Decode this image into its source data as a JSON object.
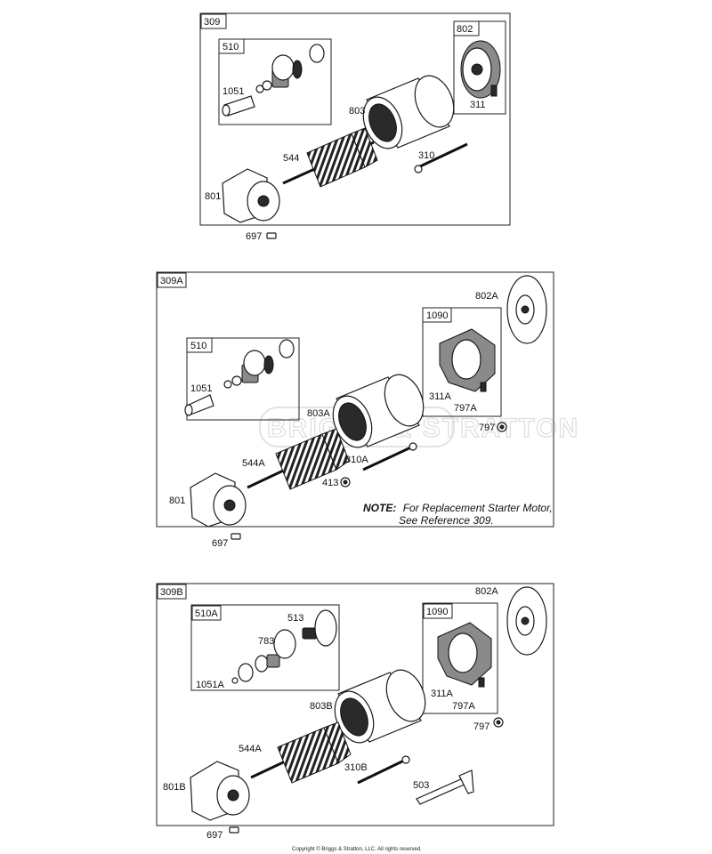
{
  "sections": [
    {
      "id": "309",
      "subassemblies": [
        {
          "tag": "510",
          "labels": [
            "1051"
          ]
        },
        {
          "tag": "802",
          "labels": [
            "311"
          ]
        }
      ],
      "labels": [
        "803",
        "544",
        "310",
        "801",
        "697"
      ]
    },
    {
      "id": "309A",
      "subassemblies": [
        {
          "tag": "510",
          "labels": [
            "1051"
          ]
        },
        {
          "tag": "1090",
          "labels": [
            "311A",
            "797A"
          ]
        }
      ],
      "labels": [
        "802A",
        "803A",
        "797",
        "544A",
        "310A",
        "413",
        "801",
        "697"
      ],
      "note_bold": "NOTE:",
      "note_line1": "For Replacement Starter Motor,",
      "note_line2": "See Reference 309."
    },
    {
      "id": "309B",
      "subassemblies": [
        {
          "tag": "510A",
          "labels": [
            "513",
            "783",
            "1051A"
          ]
        },
        {
          "tag": "1090",
          "labels": [
            "311A",
            "797A"
          ]
        }
      ],
      "labels": [
        "802A",
        "803B",
        "797",
        "544A",
        "310B",
        "503",
        "801B",
        "697"
      ]
    }
  ],
  "watermark": "BRIGGS & STRATTON",
  "copyright": "Copyright © Briggs & Stratton, LLC. All rights reserved."
}
